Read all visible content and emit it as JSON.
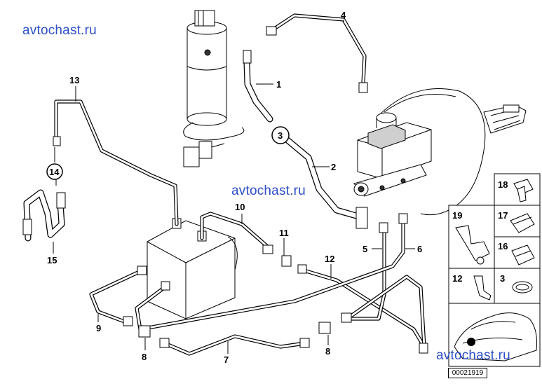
{
  "watermarks": [
    "avtochast.ru",
    "avtochast.ru",
    "avtochast.ru"
  ],
  "callouts": {
    "c1": "1",
    "c2": "2",
    "c3": "3",
    "c4": "4",
    "c5": "5",
    "c6": "6",
    "c7": "7",
    "c8a": "8",
    "c8b": "8",
    "c9": "9",
    "c10": "10",
    "c11": "11",
    "c12": "12",
    "c13": "13",
    "c14": "14",
    "c15": "15"
  },
  "legend": {
    "p18": "18",
    "p19": "19",
    "p17": "17",
    "p16": "16",
    "p12": "12",
    "p3": "3"
  },
  "reference_number": "00021919"
}
